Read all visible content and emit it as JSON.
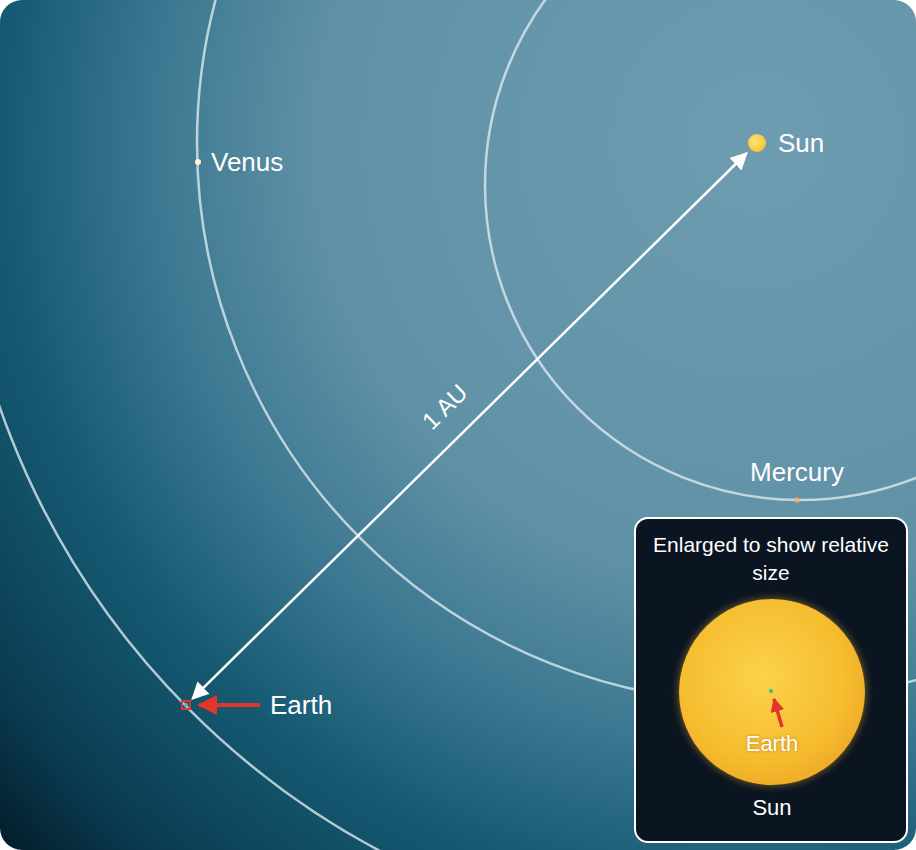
{
  "diagram": {
    "nodes": [
      {
        "text": [
          "Sun"
        ]
      },
      {
        "text": [
          "Earth"
        ]
      },
      {
        "text": [
          "Enlarged to show relative size"
        ]
      },
      {
        "text": [
          "Earth",
          "Sun"
        ],
        "in": 2
      }
    ],
    "edges": [
      {
        "from": 0,
        "to": 1,
        "arrow": "both",
        "label": "1 AU"
      }
    ],
    "labels": [
      "Venus",
      "Mercury"
    ]
  }
}
